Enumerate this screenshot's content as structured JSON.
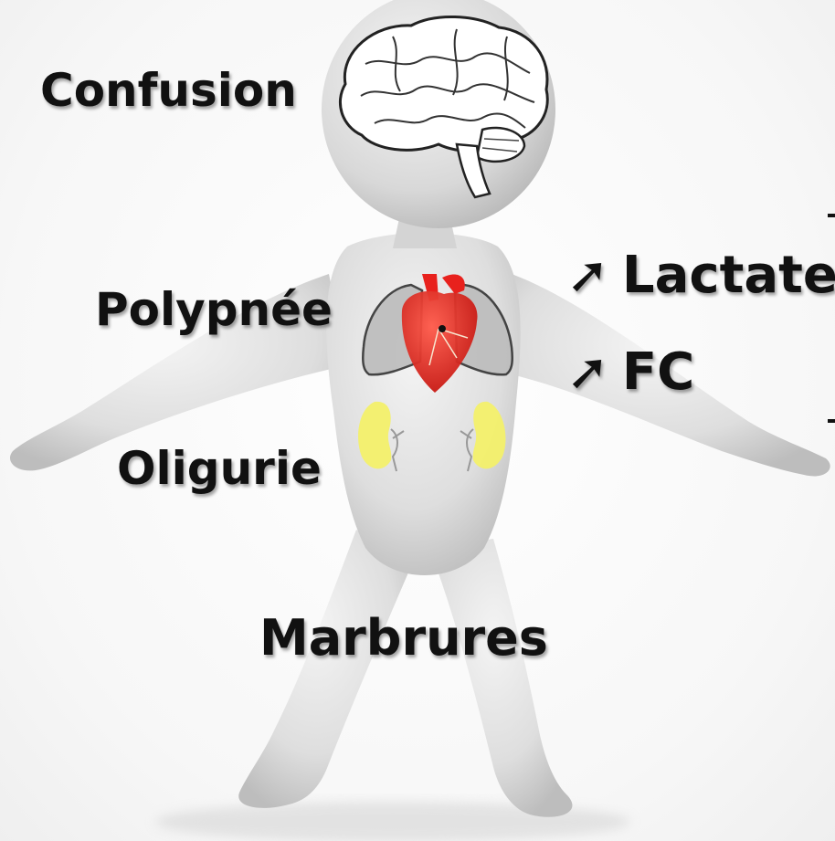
{
  "labels": {
    "confusion": "Confusion",
    "polypnee": "Polypnée",
    "oligurie": "Oligurie",
    "marbrures": "Marbrures",
    "lactate": "Lactate",
    "fc": "FC"
  },
  "arrows": {
    "up_right": "➚"
  },
  "colors": {
    "heart": "#e8211d",
    "lungs": "#c7c7c7",
    "kidneys": "#f3f06a",
    "figure": "#e6e6e6",
    "text": "#111111"
  },
  "icons": [
    "brain-icon",
    "heart-icon",
    "lungs-icon",
    "kidney-icon",
    "human-figure"
  ]
}
